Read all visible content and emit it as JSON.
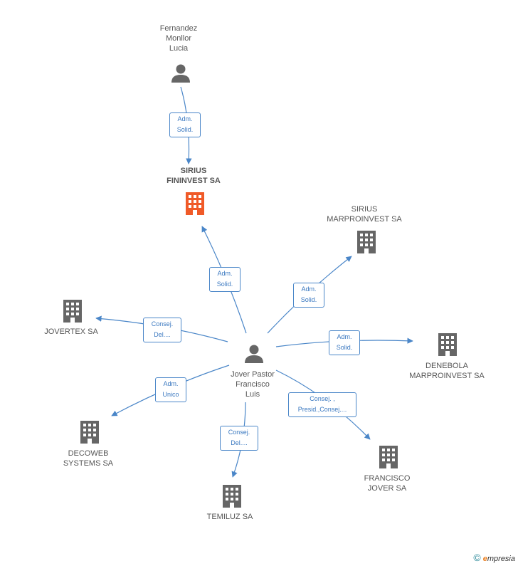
{
  "colors": {
    "edge": "#4a86c8",
    "building": "#666666",
    "focus_building": "#f05a28",
    "person": "#666666"
  },
  "nodes": {
    "fernandez": {
      "label": "Fernandez\nMonllor\nLucia",
      "icon": "person-icon"
    },
    "sirius_fininvest": {
      "label": "SIRIUS\nFININVEST SA",
      "icon": "building-icon"
    },
    "sirius_marproinvest": {
      "label": "SIRIUS\nMARPROINVEST SA",
      "icon": "building-icon"
    },
    "jovertex": {
      "label": "JOVERTEX SA",
      "icon": "building-icon"
    },
    "jover_pastor": {
      "label": "Jover Pastor\nFrancisco\nLuis",
      "icon": "person-icon"
    },
    "denebola": {
      "label": "DENEBOLA\nMARPROINVEST SA",
      "icon": "building-icon"
    },
    "decoweb": {
      "label": "DECOWEB\nSYSTEMS SA",
      "icon": "building-icon"
    },
    "temiluz": {
      "label": "TEMILUZ SA",
      "icon": "building-icon"
    },
    "francisco_jover": {
      "label": "FRANCISCO\nJOVER SA",
      "icon": "building-icon"
    }
  },
  "relations": {
    "r1": "Adm.\nSolid.",
    "r2": "Adm.\nSolid.",
    "r3": "Adm.\nSolid.",
    "r4": "Consej.\nDel....",
    "r5": "Adm.\nSolid.",
    "r6": "Adm.\nUnico",
    "r7": "Consej.\nDel....",
    "r8": "Consej. ,\nPresid.,Consej...."
  },
  "footer": {
    "copyright": "©",
    "brand_e": "e",
    "brand_rest": "mpresia"
  }
}
